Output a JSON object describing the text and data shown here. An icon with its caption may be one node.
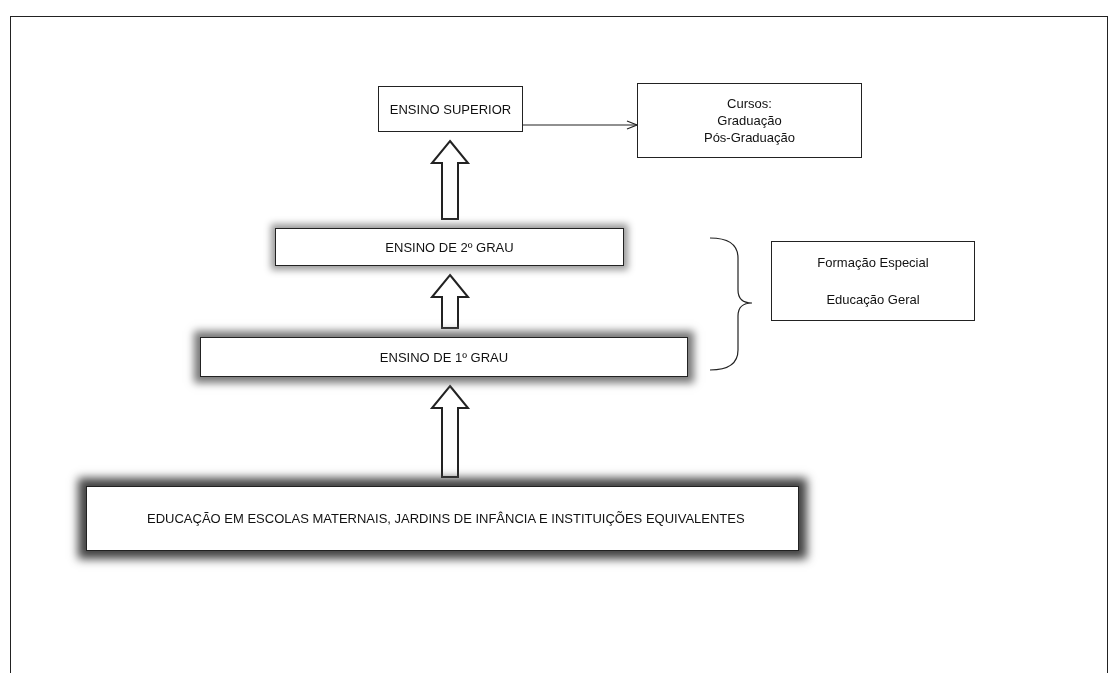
{
  "diagram": {
    "nodes": [
      {
        "text": [
          "ENSINO SUPERIOR"
        ]
      },
      {
        "text": [
          "Cursos:",
          "Graduação",
          "Pós-Graduação"
        ]
      },
      {
        "text": [
          "ENSINO DE 2º GRAU"
        ]
      },
      {
        "text": [
          "ENSINO DE 1º GRAU"
        ]
      },
      {
        "text": [
          "EDUCAÇÃO EM ESCOLAS MATERNAIS, JARDINS DE INFÂNCIA E INSTITUIÇÕES EQUIVALENTES"
        ]
      },
      {
        "text": [
          "Formação Especial",
          "Educação Geral"
        ]
      }
    ],
    "edges": [
      {
        "from": 0,
        "to": 1,
        "arrow": "to"
      },
      {
        "from": 2,
        "to": 0,
        "arrow": "to",
        "style": "thick"
      },
      {
        "from": 3,
        "to": 2,
        "arrow": "to",
        "style": "thick"
      },
      {
        "from": 4,
        "to": 3,
        "arrow": "to",
        "style": "thick"
      }
    ]
  }
}
